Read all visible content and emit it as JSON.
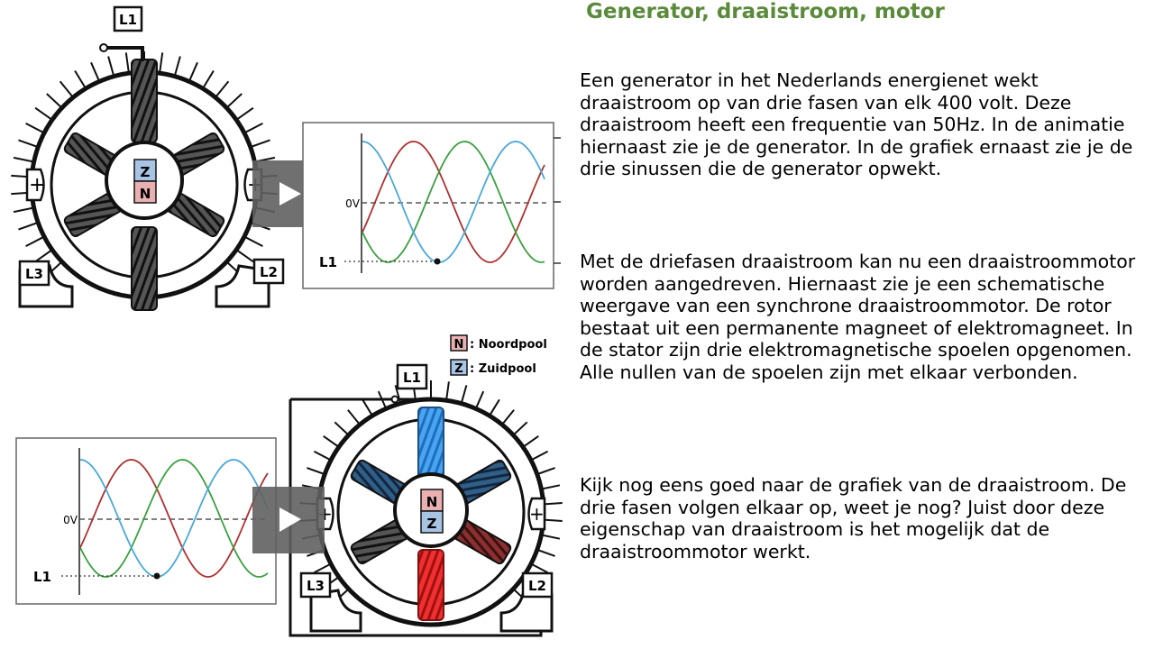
{
  "title": "Generator, draaistroom, motor",
  "paragraphs": [
    "Een generator in het Nederlands energienet wekt draaistroom op van drie fasen van elk 400 volt. Deze draaistroom heeft een frequentie van 50Hz. In de animatie hiernaast zie je de generator. In de grafiek ernaast zie je de drie sinussen die de generator opwekt.",
    "Met de driefasen draaistroom kan nu een draaistroommotor worden aangedreven. Hiernaast zie je een schematische weergave van een synchrone draaistroommotor. De rotor bestaat uit een permanente magneet of elektromagneet. In de stator zijn drie elektromagnetische spoelen opgenomen. Alle nullen van de spoelen zijn met elkaar verbonden.",
    "Kijk nog eens goed naar de grafiek van de draaistroom. De drie fasen volgen elkaar op, weet je nog? Juist door deze eigenschap van draaistroom is het mogelijk dat de draaistroommotor werkt."
  ],
  "generator": {
    "terminal_l1": "L1",
    "terminal_l2": "L2",
    "terminal_l3": "L3",
    "rotor_top": "Z",
    "rotor_bottom": "N"
  },
  "motor": {
    "terminal_l1": "L1",
    "terminal_l2": "L2",
    "terminal_l3": "L3",
    "rotor_top": "N",
    "rotor_bottom": "Z"
  },
  "legend": {
    "n_key": "N",
    "n_text": ": Noordpool",
    "z_key": "Z",
    "z_text": ": Zuidpool"
  },
  "graph": {
    "zero_label": "0V",
    "phase_label": "L1"
  },
  "play_icon": "play-icon",
  "colors": {
    "title": "#5a8a3a",
    "phase_red": "#b03030",
    "phase_green": "#3aa040",
    "phase_blue": "#4aa8d8",
    "north_fill": "#e8b0b0",
    "south_fill": "#a8c4e4",
    "coil_blue": "#2e8ee0",
    "coil_red": "#e02020"
  }
}
